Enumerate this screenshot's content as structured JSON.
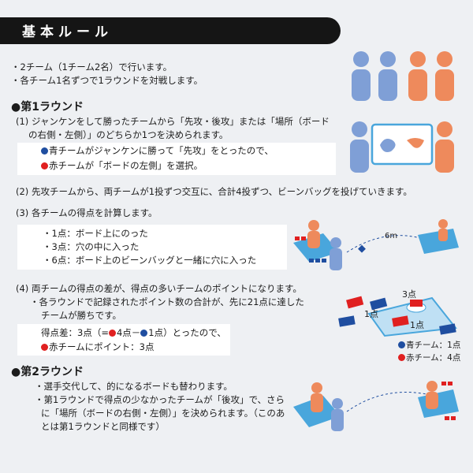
{
  "header": {
    "title": "基本ルール"
  },
  "intro": [
    "・2チーム（1チーム2名）で行います。",
    "・各チーム1名ずつで1ラウンドを対戦します。"
  ],
  "round1": {
    "heading": "●第1ラウンド",
    "step1": [
      "(1) ジャンケンをして勝ったチームから「先攻・後攻」または「場所（ボード",
      "の右側・左側）」のどちらか1つを決められます。"
    ],
    "step1_box": [
      "青チームがジャンケンに勝って「先攻」をとったので、",
      "赤チームが「ボードの左側」を選択。"
    ],
    "step2": "(2) 先攻チームから、両チームが1投ずつ交互に、合計4投ずつ、ビーンバッグを投げていきます。",
    "step3": "(3) 各チームの得点を計算します。",
    "step3_box": [
      "・1点：ボード上にのった",
      "・3点：穴の中に入った",
      "・6点：ボード上のビーンバッグと一緒に穴に入った"
    ],
    "step4": [
      "(4) 両チームの得点の差が、得点の多いチームのポイントになります。",
      "・各ラウンドで記録されたポイント数の合計が、先に21点に達した",
      "チームが勝ちです。"
    ],
    "score_line": {
      "label": "得点差：3点（=",
      "red": "4点－",
      "blue": "1点）とったので、"
    },
    "score_point": "赤チームにポイント：3点",
    "distance": "6m",
    "fig_3pt": "3点",
    "fig_1pt_a": "1点",
    "fig_1pt_b": "1点",
    "legend": {
      "blue": "青チーム：1点",
      "red": "赤チーム：4点"
    }
  },
  "round2": {
    "heading": "●第2ラウンド",
    "lines": [
      "・選手交代して、的になるボードも替わります。",
      "・第1ラウンドで得点の少なかったチームが「後攻」で、さら",
      "に「場所（ボードの右側・左側）」を決められます。（このあ",
      "とは第1ラウンドと同様です）"
    ]
  },
  "colors": {
    "blue_team": "#1f4ea0",
    "red_team": "#e02020",
    "person_blue": "#7f9fd6",
    "person_orange": "#ee8a5c",
    "board": "#49a6dc"
  }
}
